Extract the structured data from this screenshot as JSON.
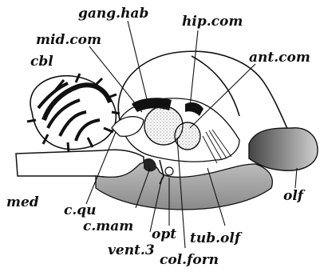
{
  "figure": {
    "labels": {
      "ganghab": "gang.hab",
      "hipcom": "hip.com",
      "midcom": "mid.com",
      "antcom": "ant.com",
      "cbl": "cbl",
      "med": "med",
      "cqu": "c.qu",
      "cmam": "c.mam",
      "opt": "opt",
      "vents": "vent.3",
      "tubolf": "tub.olf",
      "colforn": "col.forn",
      "olf": "olf"
    }
  }
}
